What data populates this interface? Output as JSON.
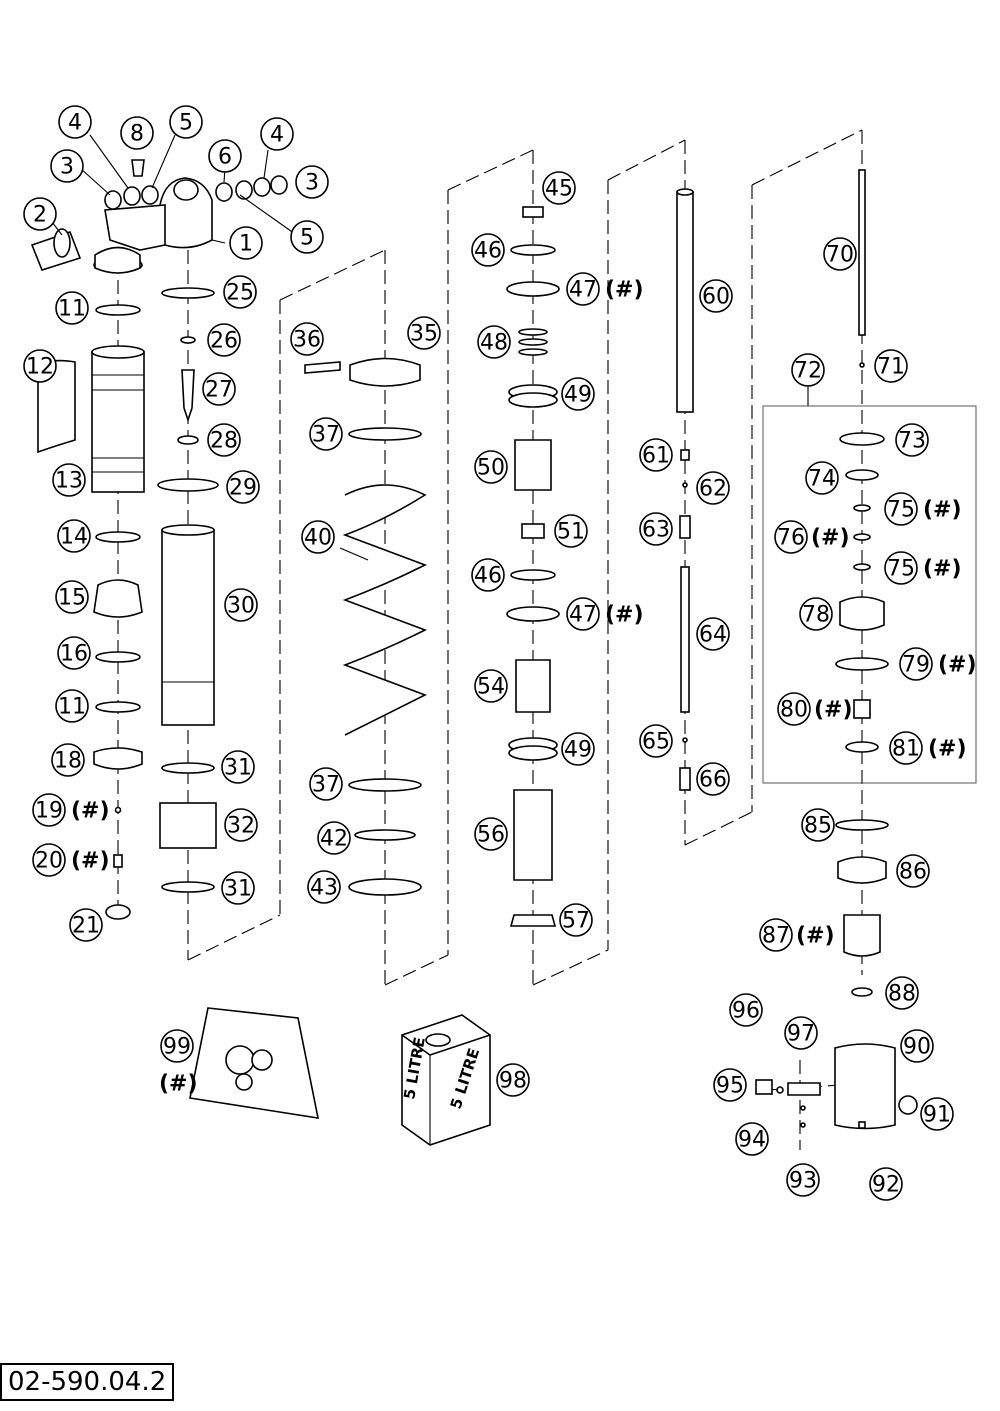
{
  "drawing_code": "02-590.04.2",
  "hash_mark": "(#)",
  "can_label": "5 LITRE",
  "can_label_small": "5 LITRE",
  "callouts": [
    {
      "id": "c1",
      "label": "1",
      "hash": false
    },
    {
      "id": "c2",
      "label": "2",
      "hash": false
    },
    {
      "id": "c3a",
      "label": "3",
      "hash": false
    },
    {
      "id": "c3b",
      "label": "3",
      "hash": false
    },
    {
      "id": "c4a",
      "label": "4",
      "hash": false
    },
    {
      "id": "c4b",
      "label": "4",
      "hash": false
    },
    {
      "id": "c5a",
      "label": "5",
      "hash": false
    },
    {
      "id": "c5b",
      "label": "5",
      "hash": false
    },
    {
      "id": "c6",
      "label": "6",
      "hash": false
    },
    {
      "id": "c8",
      "label": "8",
      "hash": false
    },
    {
      "id": "c11a",
      "label": "11",
      "hash": false
    },
    {
      "id": "c11b",
      "label": "11",
      "hash": false
    },
    {
      "id": "c12",
      "label": "12",
      "hash": false
    },
    {
      "id": "c13",
      "label": "13",
      "hash": false
    },
    {
      "id": "c14",
      "label": "14",
      "hash": false
    },
    {
      "id": "c15",
      "label": "15",
      "hash": false
    },
    {
      "id": "c16",
      "label": "16",
      "hash": false
    },
    {
      "id": "c18",
      "label": "18",
      "hash": false
    },
    {
      "id": "c19",
      "label": "19",
      "hash": true
    },
    {
      "id": "c20",
      "label": "20",
      "hash": true
    },
    {
      "id": "c21",
      "label": "21",
      "hash": false
    },
    {
      "id": "c25",
      "label": "25",
      "hash": false
    },
    {
      "id": "c26",
      "label": "26",
      "hash": false
    },
    {
      "id": "c27",
      "label": "27",
      "hash": false
    },
    {
      "id": "c28",
      "label": "28",
      "hash": false
    },
    {
      "id": "c29",
      "label": "29",
      "hash": false
    },
    {
      "id": "c30",
      "label": "30",
      "hash": false
    },
    {
      "id": "c31a",
      "label": "31",
      "hash": false
    },
    {
      "id": "c31b",
      "label": "31",
      "hash": false
    },
    {
      "id": "c32",
      "label": "32",
      "hash": false
    },
    {
      "id": "c35",
      "label": "35",
      "hash": false
    },
    {
      "id": "c36",
      "label": "36",
      "hash": false
    },
    {
      "id": "c37a",
      "label": "37",
      "hash": false
    },
    {
      "id": "c37b",
      "label": "37",
      "hash": false
    },
    {
      "id": "c40",
      "label": "40",
      "hash": false
    },
    {
      "id": "c42",
      "label": "42",
      "hash": false
    },
    {
      "id": "c43",
      "label": "43",
      "hash": false
    },
    {
      "id": "c45",
      "label": "45",
      "hash": false
    },
    {
      "id": "c46a",
      "label": "46",
      "hash": false
    },
    {
      "id": "c46b",
      "label": "46",
      "hash": false
    },
    {
      "id": "c47a",
      "label": "47",
      "hash": true
    },
    {
      "id": "c47b",
      "label": "47",
      "hash": true
    },
    {
      "id": "c48",
      "label": "48",
      "hash": false
    },
    {
      "id": "c49a",
      "label": "49",
      "hash": false
    },
    {
      "id": "c49b",
      "label": "49",
      "hash": false
    },
    {
      "id": "c50",
      "label": "50",
      "hash": false
    },
    {
      "id": "c51",
      "label": "51",
      "hash": false
    },
    {
      "id": "c54",
      "label": "54",
      "hash": false
    },
    {
      "id": "c56",
      "label": "56",
      "hash": false
    },
    {
      "id": "c57",
      "label": "57",
      "hash": false
    },
    {
      "id": "c60",
      "label": "60",
      "hash": false
    },
    {
      "id": "c61",
      "label": "61",
      "hash": false
    },
    {
      "id": "c62",
      "label": "62",
      "hash": false
    },
    {
      "id": "c63",
      "label": "63",
      "hash": false
    },
    {
      "id": "c64",
      "label": "64",
      "hash": false
    },
    {
      "id": "c65",
      "label": "65",
      "hash": false
    },
    {
      "id": "c66",
      "label": "66",
      "hash": false
    },
    {
      "id": "c70",
      "label": "70",
      "hash": false
    },
    {
      "id": "c71",
      "label": "71",
      "hash": false
    },
    {
      "id": "c72",
      "label": "72",
      "hash": false
    },
    {
      "id": "c73",
      "label": "73",
      "hash": false
    },
    {
      "id": "c74",
      "label": "74",
      "hash": false
    },
    {
      "id": "c75a",
      "label": "75",
      "hash": true
    },
    {
      "id": "c75b",
      "label": "75",
      "hash": true
    },
    {
      "id": "c76",
      "label": "76",
      "hash": true
    },
    {
      "id": "c78",
      "label": "78",
      "hash": false
    },
    {
      "id": "c79",
      "label": "79",
      "hash": true
    },
    {
      "id": "c80",
      "label": "80",
      "hash": true
    },
    {
      "id": "c81",
      "label": "81",
      "hash": true
    },
    {
      "id": "c85",
      "label": "85",
      "hash": false
    },
    {
      "id": "c86",
      "label": "86",
      "hash": false
    },
    {
      "id": "c87",
      "label": "87",
      "hash": true
    },
    {
      "id": "c88",
      "label": "88",
      "hash": false
    },
    {
      "id": "c90",
      "label": "90",
      "hash": false
    },
    {
      "id": "c91",
      "label": "91",
      "hash": false
    },
    {
      "id": "c92",
      "label": "92",
      "hash": false
    },
    {
      "id": "c93",
      "label": "93",
      "hash": false
    },
    {
      "id": "c94",
      "label": "94",
      "hash": false
    },
    {
      "id": "c95",
      "label": "95",
      "hash": false
    },
    {
      "id": "c96",
      "label": "96",
      "hash": false
    },
    {
      "id": "c97",
      "label": "97",
      "hash": false
    },
    {
      "id": "c98",
      "label": "98",
      "hash": false
    },
    {
      "id": "c99",
      "label": "99",
      "hash": true
    }
  ]
}
